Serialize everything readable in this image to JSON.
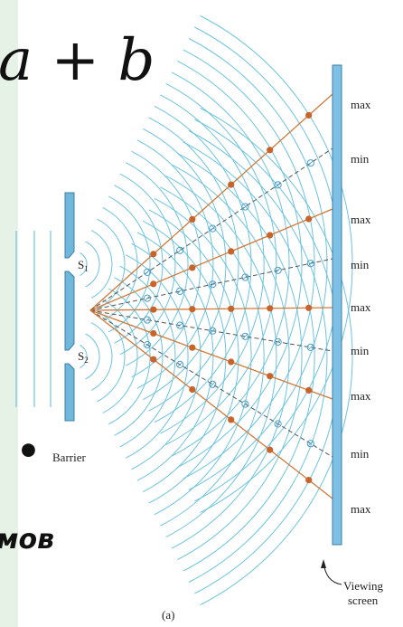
{
  "formula_fragment": "a + b",
  "cyrillic_fragment": "мов",
  "bullet": "•",
  "source_labels": {
    "s1": "S",
    "s1_sub": "1",
    "s2": "S",
    "s2_sub": "2"
  },
  "barrier_label": "Barrier",
  "screen_markers": [
    "max",
    "min",
    "max",
    "min",
    "max",
    "min",
    "max",
    "min",
    "max"
  ],
  "screen_caption_line1": "Viewing",
  "screen_caption_line2": "screen",
  "figure_label": "(a)",
  "colors": {
    "background_left": "#e6f2e6",
    "barrier": "#6fb8dc",
    "screen": "#7ec0e6",
    "wavefront": "#6cc4e0",
    "max_line": "#d07a3a",
    "max_dot": "#c8632a",
    "min_line": "#555555",
    "min_circle": "#4aa0c8"
  }
}
